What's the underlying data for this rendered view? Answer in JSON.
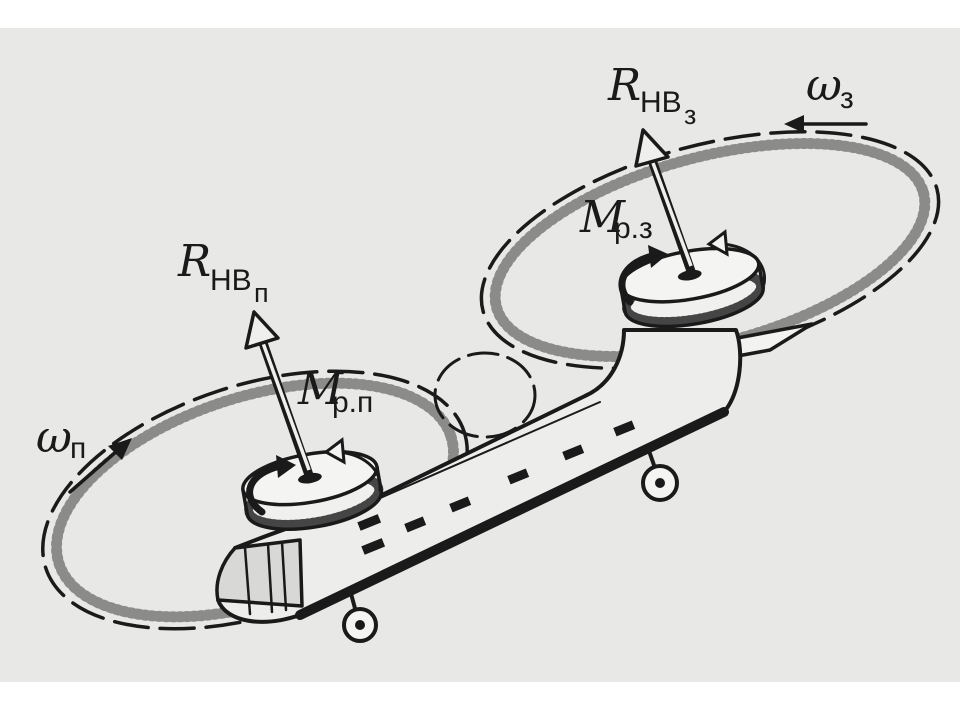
{
  "labels": {
    "rear_thrust": {
      "main": "R",
      "sub": "НВ",
      "subsub": "з"
    },
    "rear_omega": {
      "main": "ω",
      "sub": "з"
    },
    "rear_moment": {
      "main": "M",
      "sub": "р.з"
    },
    "front_thrust": {
      "main": "R",
      "sub": "НВ",
      "subsub": "п"
    },
    "front_moment": {
      "main": "M",
      "sub": "р.п"
    },
    "front_omega": {
      "main": "ω",
      "sub": "п"
    }
  },
  "colors": {
    "ink": "#1a1a1a",
    "paper": "#e8e8e6",
    "margin": "#ffffff"
  }
}
